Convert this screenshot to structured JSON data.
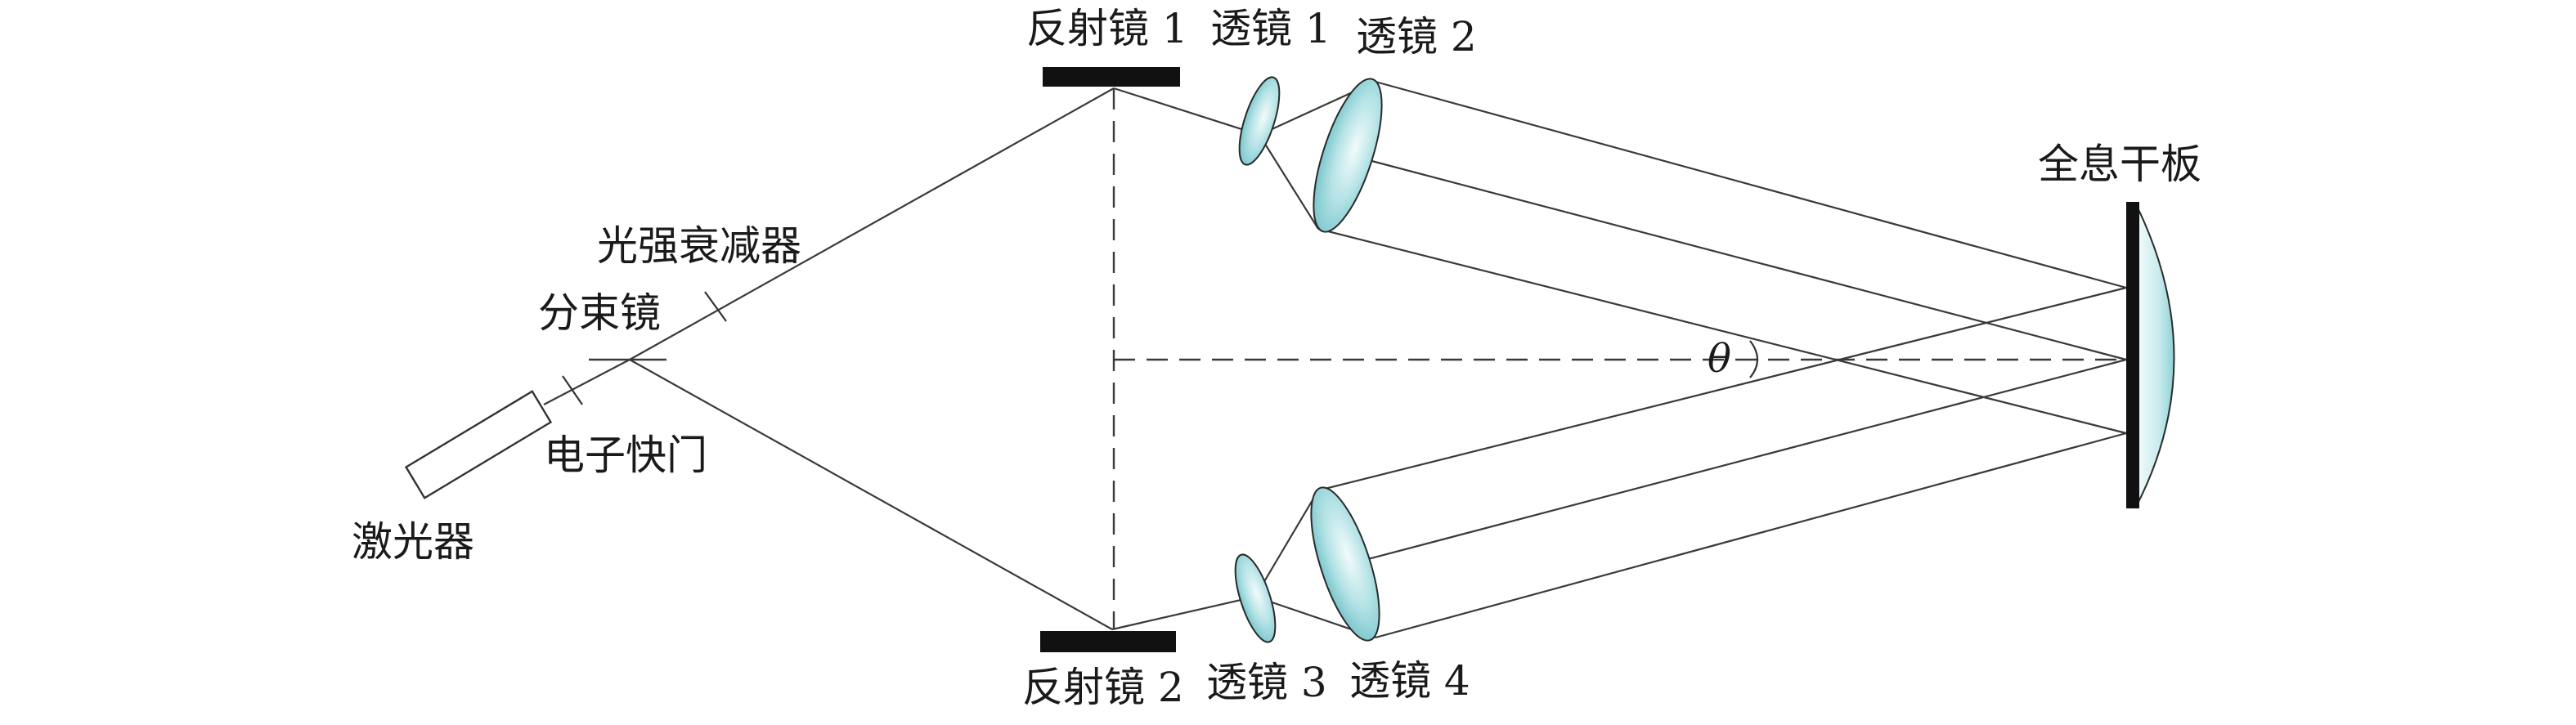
{
  "labels": {
    "mirror1": "反射镜 1",
    "lens1": "透镜 1",
    "lens2": "透镜 2",
    "mirror2": "反射镜 2",
    "lens3": "透镜 3",
    "lens4": "透镜 4",
    "plate": "全息干板",
    "attenuator": "光强衰减器",
    "splitter": "分束镜",
    "shutter": "电子快门",
    "laser": "激光器",
    "angle": "θ"
  },
  "colors": {
    "lens_light": "#e8f7f8",
    "lens_dark": "#6fc3c9",
    "ink": "#111111"
  }
}
